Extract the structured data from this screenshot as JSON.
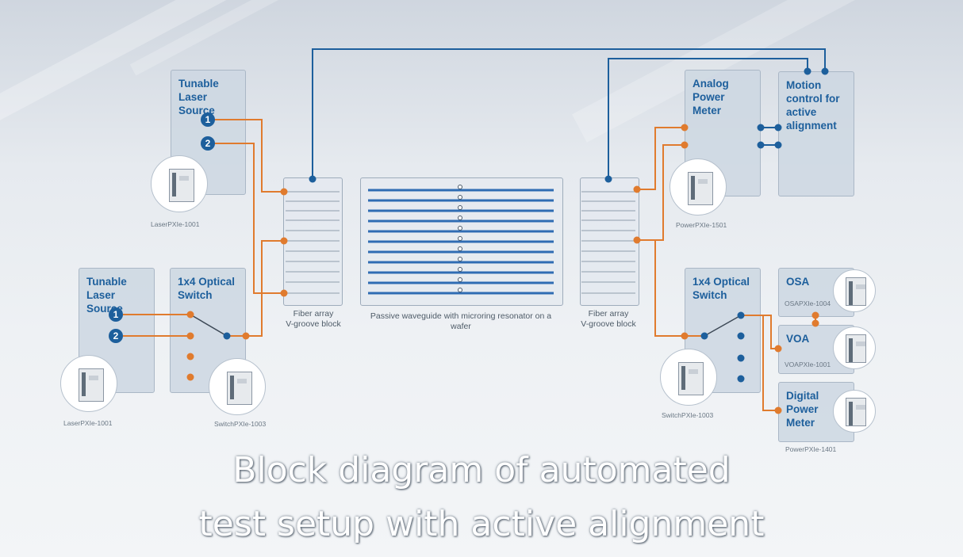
{
  "blocks": {
    "laser_top": "Tunable\nLaser Source",
    "laser_bottom": "Tunable\nLaser Source",
    "switch_left": "1x4 Optical\nSwitch",
    "analog_pm": "Analog Power\nMeter",
    "motion": "Motion\ncontrol for\nactive\nalignment",
    "switch_right": "1x4 Optical\nSwitch",
    "osa": "OSA",
    "voa": "VOA",
    "dpm": "Digital\nPower\nMeter"
  },
  "devices": {
    "laser_top": "LaserPXIe-1001",
    "laser_bottom": "LaserPXIe-1001",
    "switch_left": "SwitchPXIe-1003",
    "analog_pm": "PowerPXIe-1501",
    "switch_right": "SwitchPXIe-1003",
    "osa": "OSAPXIe-1004",
    "voa": "VOAPXIe-1001",
    "dpm": "PowerPXIe-1401"
  },
  "ports": {
    "p1": "1",
    "p2": "2"
  },
  "labels": {
    "fiber_left": "Fiber array\nV-groove block",
    "fiber_right": "Fiber array\nV-groove block",
    "wafer": "Passive waveguide with microring resonator on a wafer"
  },
  "caption": {
    "line1": "Block diagram of automated",
    "line2": "test setup with active alignment"
  },
  "colors": {
    "blue": "#1d5f9c",
    "orange": "#e07b2e",
    "waveguide": "#2f6cb3"
  }
}
